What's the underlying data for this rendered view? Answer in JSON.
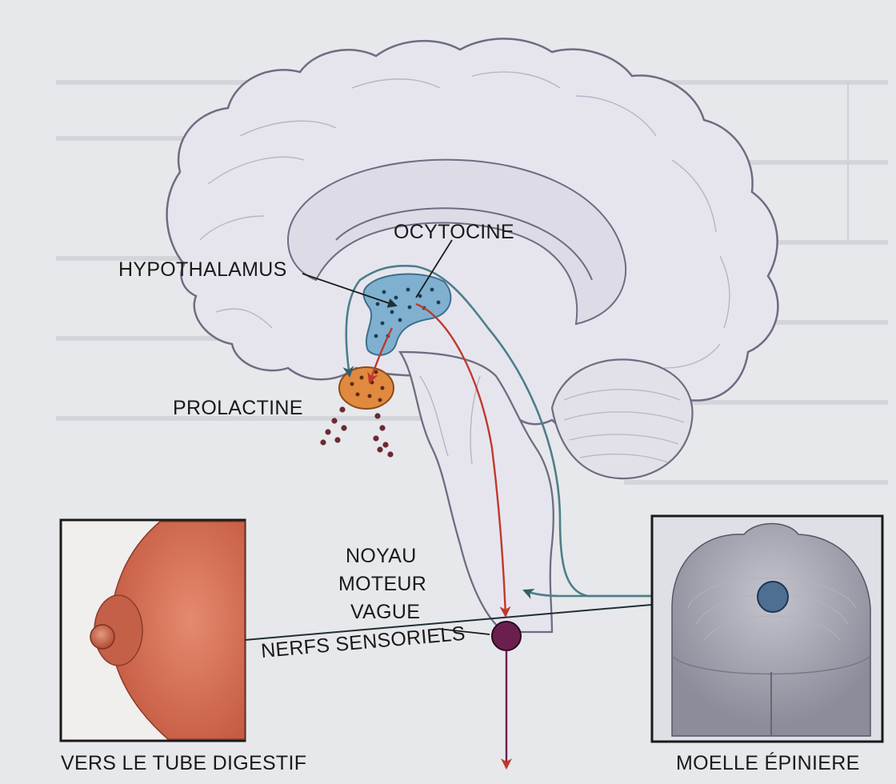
{
  "labels": {
    "ocytocine": "OCYTOCINE",
    "hypothalamus": "HYPOTHALAMUS",
    "prolactine": "PROLACTINE",
    "noyau_line1": "NOYAU",
    "noyau_line2": "MOTEUR",
    "noyau_line3": "VAGUE",
    "nerfs": "NERFS SENSORIELS",
    "tube": "VERS LE TUBE DIGESTIF",
    "moelle": "MOELLE ÉPINIERE"
  },
  "colors": {
    "brain_fill": "#e6e5ee",
    "brain_outline": "#6f6c82",
    "hypothalamus": "#7fb0cf",
    "pituitary": "#e0893f",
    "nerve_path": "#4d7f8a",
    "hormone_path": "#c0392b",
    "nucleus": "#6b1f4f",
    "skin": "#d9725a",
    "spinal_cord": "#9a9aa8"
  }
}
